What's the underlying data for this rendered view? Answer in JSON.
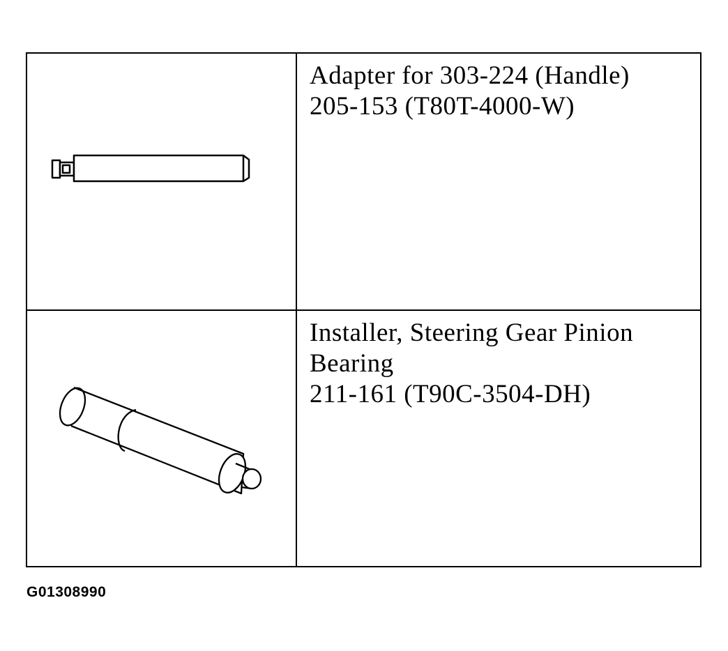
{
  "tools": [
    {
      "icon": "adapter-shaft-illustration",
      "lines": [
        "Adapter for 303-224 (Handle)",
        "205-153 (T80T-4000-W)"
      ]
    },
    {
      "icon": "installer-cylinder-illustration",
      "lines": [
        "Installer, Steering Gear Pinion",
        "Bearing",
        "211-161 (T90C-3504-DH)"
      ]
    }
  ],
  "figure_id": "G01308990"
}
